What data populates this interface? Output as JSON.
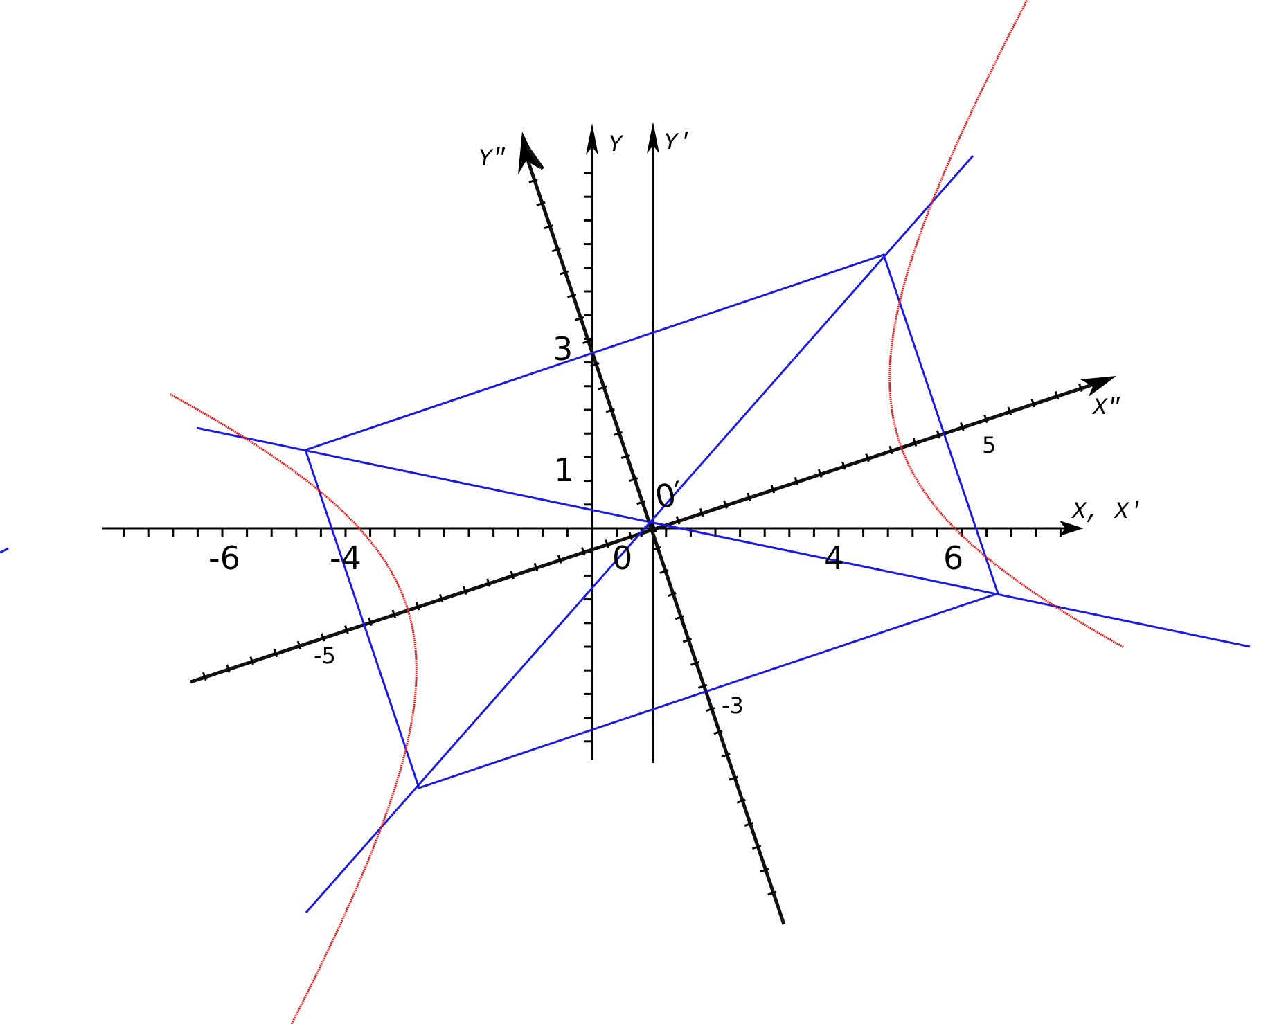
{
  "labels": {
    "axis_y2": "Y″",
    "axis_y": "Y",
    "axis_y1": "Y′",
    "axis_x2": "X″",
    "axis_x": "X, X′",
    "origin_prime": "0′",
    "origin": "0"
  },
  "x_tick_labels": [
    {
      "text": "-6",
      "value": -6
    },
    {
      "text": "-4",
      "value": -4
    },
    {
      "text": "4",
      "value": 4
    },
    {
      "text": "6",
      "value": 6
    }
  ],
  "y_tick_labels": [
    {
      "text": "3",
      "value": 3
    },
    {
      "text": "1",
      "value": 1
    }
  ],
  "rotated_labels": [
    {
      "text": "5",
      "value": 5,
      "axis": "X″"
    },
    {
      "text": "-5",
      "value": -5,
      "axis": "X″"
    },
    {
      "text": "-3",
      "value": -3,
      "axis": "Y″"
    }
  ],
  "colors": {
    "axes": "#000000",
    "construction_lines": "#1a1ae6",
    "curve": "#ee1c1c"
  }
}
